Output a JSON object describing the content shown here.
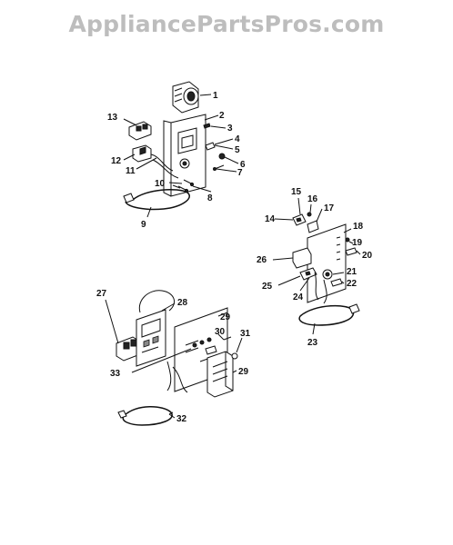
{
  "watermark": "AppliancePartsPros.com",
  "callouts": {
    "c1": "1",
    "c2": "2",
    "c3": "3",
    "c4": "4",
    "c5": "5",
    "c6": "6",
    "c7": "7",
    "c8": "8",
    "c9": "9",
    "c10": "10",
    "c11": "11",
    "c12": "12",
    "c13": "13",
    "c14": "14",
    "c15": "15",
    "c16": "16",
    "c17": "17",
    "c18": "18",
    "c19": "19",
    "c20": "20",
    "c21": "21",
    "c22": "22",
    "c23": "23",
    "c24": "24",
    "c25": "25",
    "c26": "26",
    "c27": "27",
    "c28": "28",
    "c29a": "29",
    "c29b": "29",
    "c30": "30",
    "c31": "31",
    "c32": "32",
    "c33": "33"
  }
}
